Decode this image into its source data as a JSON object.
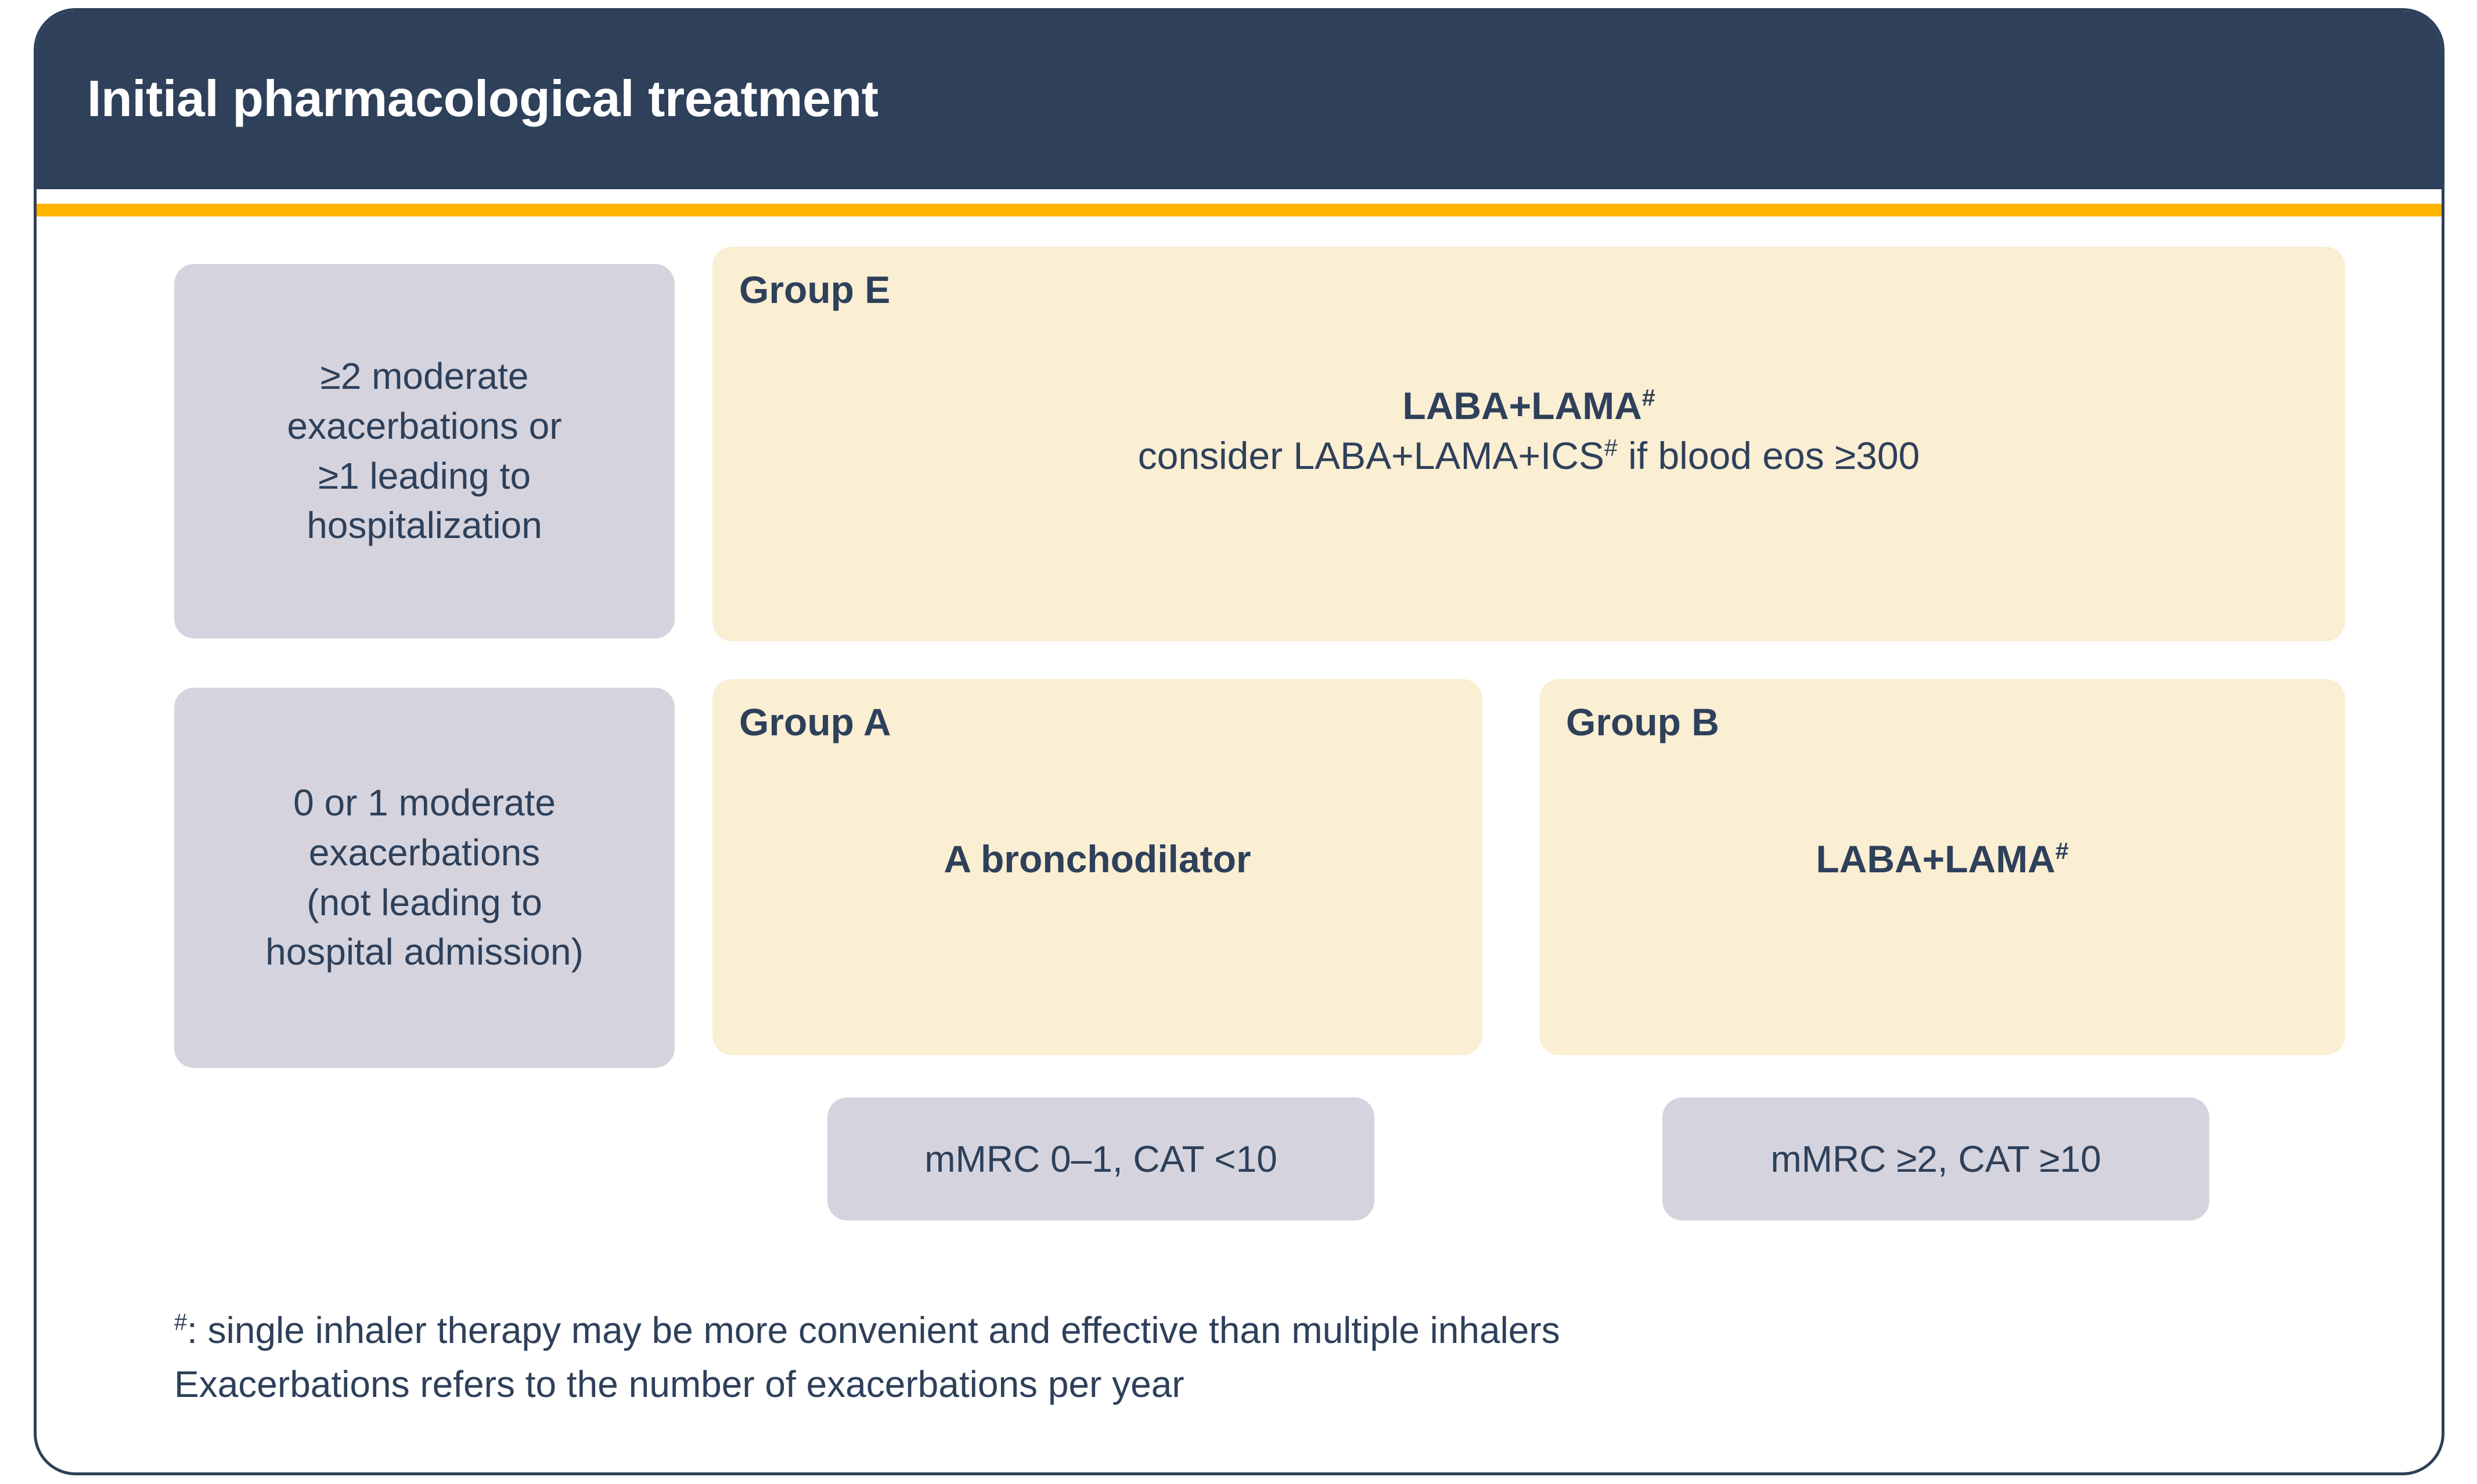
{
  "header": {
    "title": "Initial pharmacological treatment",
    "background_color": "#2e405a",
    "accent_color": "#ffb500"
  },
  "palette": {
    "navy": "#2e405a",
    "cream": "#faeed3",
    "grey": "#d5d4de",
    "amber": "#ffb500",
    "white": "#ffffff"
  },
  "risk_boxes": [
    {
      "id": "high-risk",
      "lines": [
        "≥2 moderate",
        "exacerbations or",
        "≥1 leading to",
        "hospitalization"
      ]
    },
    {
      "id": "low-risk",
      "lines": [
        "0 or 1 moderate",
        "exacerbations",
        "(not leading to",
        "hospital admission)"
      ]
    }
  ],
  "groups": [
    {
      "id": "group-e",
      "label": "Group E",
      "primary": "LABA+LAMA",
      "primary_superscript": "#",
      "secondary_prefix": "consider LABA+LAMA+ICS",
      "secondary_superscript": "#",
      "secondary_suffix": " if blood eos ≥300"
    },
    {
      "id": "group-a",
      "label": "Group A",
      "primary": "A bronchodilator",
      "primary_superscript": ""
    },
    {
      "id": "group-b",
      "label": "Group B",
      "primary": "LABA+LAMA",
      "primary_superscript": "#"
    }
  ],
  "symptom_pills": [
    {
      "id": "pill-group-a",
      "text": "mMRC 0–1, CAT <10"
    },
    {
      "id": "pill-group-b",
      "text": "mMRC ≥2, CAT ≥10"
    }
  ],
  "footnotes": {
    "marker": "#",
    "line1_rest": ": single inhaler therapy may be more convenient and effective than multiple inhalers",
    "line2": "Exacerbations refers to the number of exacerbations per year"
  }
}
